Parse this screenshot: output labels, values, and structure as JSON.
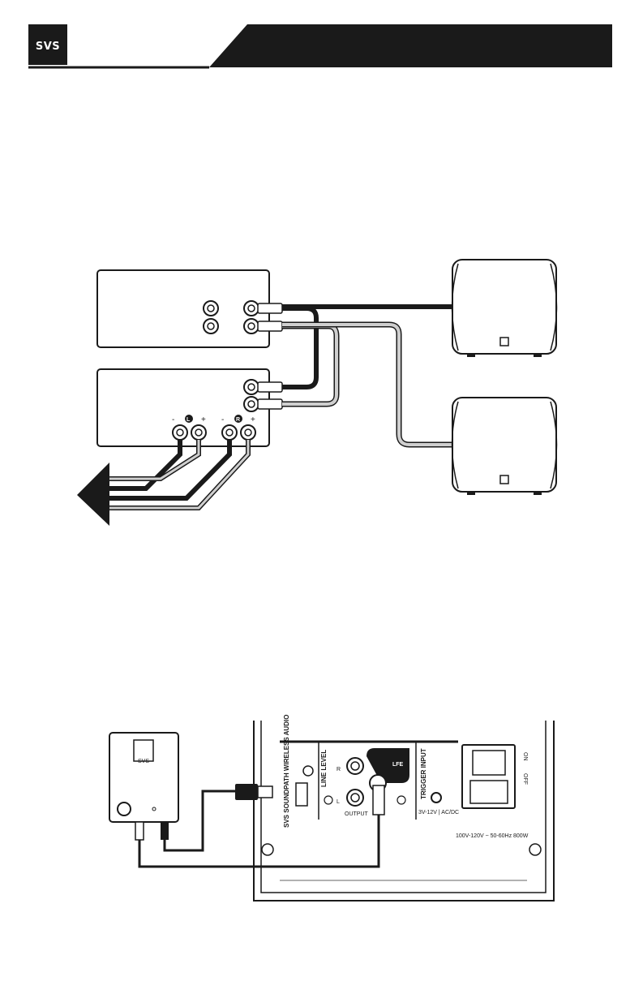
{
  "header": {
    "brand": "SVS",
    "accent": "#1a1a1a"
  },
  "diagram1": {
    "speaker_terminal_left_label": "L",
    "speaker_terminal_right_label": "R",
    "minus": "-",
    "plus": "+"
  },
  "diagram2": {
    "adapter_brand": "SVS",
    "section_wireless": "SVS SOUNDPATH WIRELESS AUDIO ADAPTER",
    "section_line_level": "LINE LEVEL",
    "lfe_label": "LFE",
    "r_label": "R",
    "l_label": "L",
    "output_label": "OUTPUT",
    "trigger_label": "TRIGGER INPUT",
    "trigger_spec": "3V-12V | AC/DC",
    "power_spec": "100V-120V ~ 50-60Hz  800W",
    "switch_on": "ON",
    "switch_off": "OFF"
  }
}
